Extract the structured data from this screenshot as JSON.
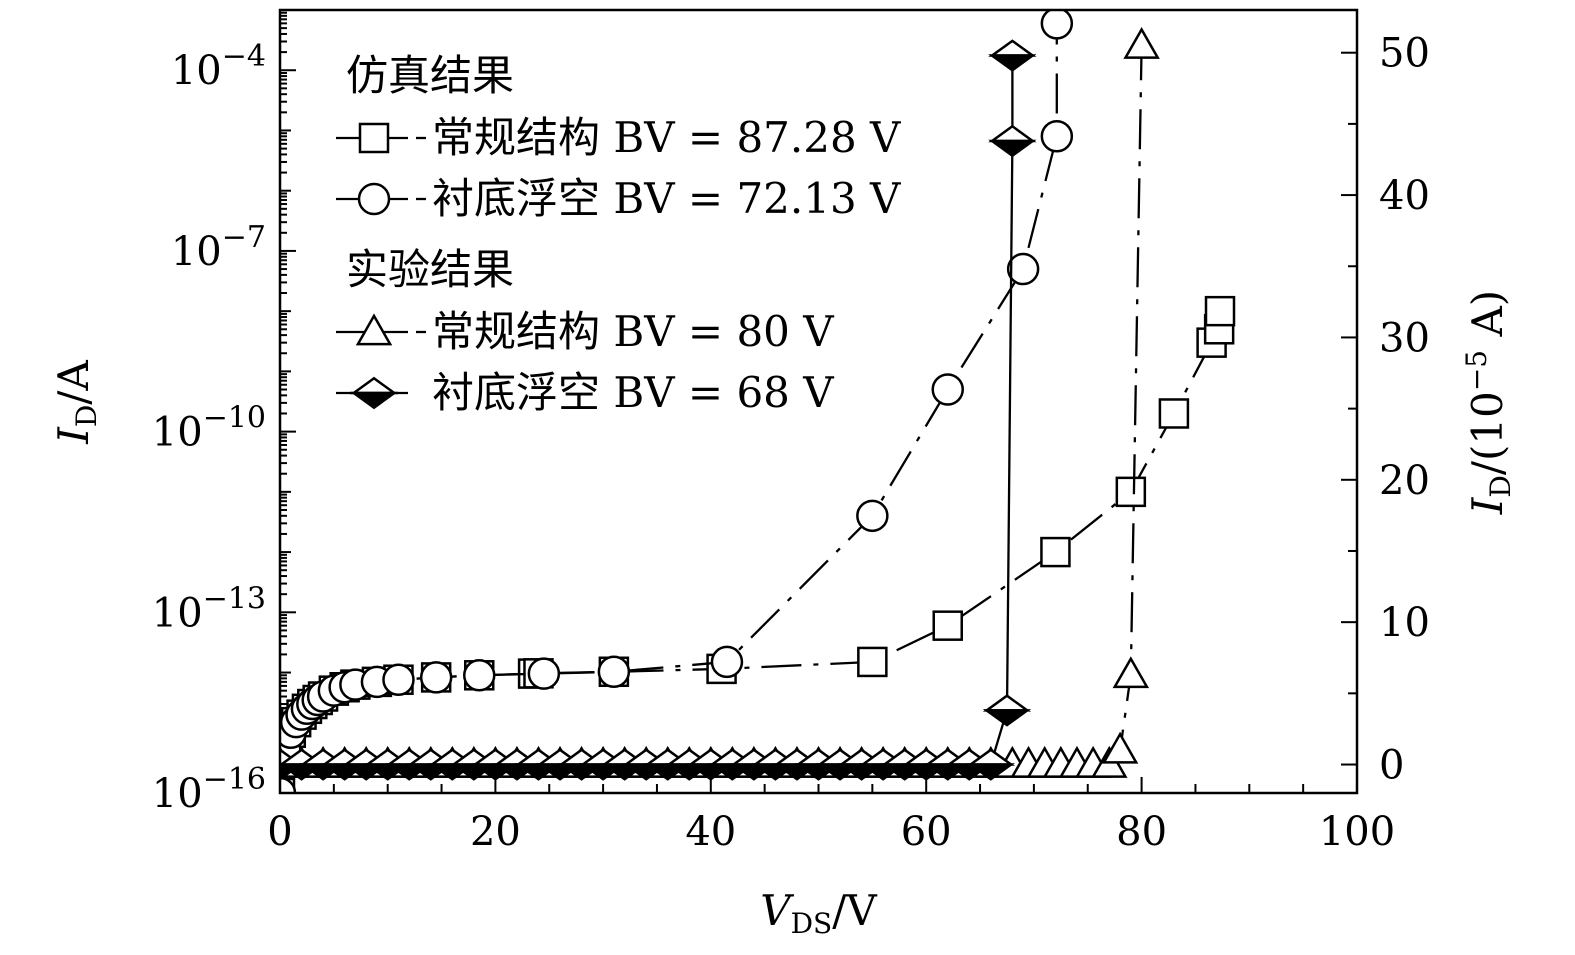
{
  "chart_data": {
    "type": "scatter",
    "x_axis": {
      "label": "V",
      "label_sub": "DS",
      "label_unit": "/V",
      "range": [
        0,
        100
      ],
      "ticks": [
        0,
        20,
        40,
        60,
        80,
        100
      ],
      "tick_labels": [
        "0",
        "20",
        "40",
        "60",
        "80",
        "100"
      ]
    },
    "y_left": {
      "label": "I",
      "label_sub": "D",
      "label_unit": "/A",
      "scale": "log",
      "range": [
        1e-16,
        0.001
      ],
      "ticks": [
        1e-16,
        1e-13,
        1e-10,
        1e-07,
        0.0001
      ],
      "tick_bases": [
        "10",
        "10",
        "10",
        "10",
        "10"
      ],
      "tick_exps": [
        "−16",
        "−13",
        "−10",
        "−7",
        "−4"
      ]
    },
    "y_right": {
      "label": "I",
      "label_sub": "D",
      "label_unit": "/(10",
      "label_exp": "−5",
      "label_tail": " A)",
      "scale": "linear",
      "range": [
        -2,
        53
      ],
      "ticks": [
        0,
        10,
        20,
        30,
        40,
        50
      ],
      "tick_labels": [
        "0",
        "10",
        "20",
        "30",
        "40",
        "50"
      ]
    },
    "legend": {
      "placement": "top-left",
      "groups": [
        {
          "heading": "仿真结果",
          "entries": [
            {
              "marker": "square",
              "line_style": "dash-dot",
              "label": "常规结构 BV = 87.28 V"
            },
            {
              "marker": "circle",
              "line_style": "dash-dot",
              "label": "衬底浮空 BV = 72.13 V"
            }
          ]
        },
        {
          "heading": "实验结果",
          "entries": [
            {
              "marker": "triangle",
              "line_style": "dash-dot",
              "label": "常规结构 BV = 80 V"
            },
            {
              "marker": "diamond-half",
              "line_style": "solid",
              "label": "衬底浮空 BV = 68 V"
            }
          ]
        }
      ]
    },
    "series": [
      {
        "name": "常规结构 BV = 87.28 V",
        "group": "仿真结果",
        "marker": "square",
        "line_style": "dash-dot",
        "axis": "left",
        "x": [
          0,
          0.5,
          1,
          1.5,
          2,
          2.5,
          3,
          3.5,
          4,
          5,
          6,
          7,
          9,
          11,
          14.5,
          18.5,
          23.5,
          24,
          31,
          41,
          55,
          62,
          72,
          79,
          83,
          86.5,
          87.2,
          87.28
        ],
        "y": [
          1e-16,
          5e-16,
          1e-15,
          1.5e-15,
          2e-15,
          2.5e-15,
          3e-15,
          3.5e-15,
          4e-15,
          5e-15,
          5.7e-15,
          6.3e-15,
          7e-15,
          7.6e-15,
          8.3e-15,
          9e-15,
          9.6e-15,
          9.7e-15,
          1.03e-14,
          1.15e-14,
          1.5e-14,
          6e-14,
          1e-12,
          1e-11,
          2e-10,
          3e-09,
          5e-09,
          1e-08
        ]
      },
      {
        "name": "衬底浮空 BV = 72.13 V",
        "group": "仿真结果",
        "marker": "circle",
        "line_style": "dash-dot",
        "axis": "left",
        "x": [
          0,
          0.5,
          1,
          1.5,
          2,
          2.5,
          3,
          3.5,
          4,
          5,
          6,
          7,
          9,
          11,
          14.5,
          18.5,
          24.5,
          31,
          41.5,
          55,
          62,
          69,
          72.13,
          72.13
        ],
        "y": [
          1e-16,
          5e-16,
          1e-15,
          1.5e-15,
          2e-15,
          2.5e-15,
          3e-15,
          3.5e-15,
          4e-15,
          5e-15,
          5.7e-15,
          6.3e-15,
          7e-15,
          7.6e-15,
          8.3e-15,
          9e-15,
          9.6e-15,
          1.03e-14,
          1.5e-14,
          4e-12,
          5e-10,
          5e-08,
          8e-06,
          0.0006
        ]
      },
      {
        "name": "常规结构 BV = 80 V",
        "group": "实验结果",
        "marker": "triangle",
        "line_style": "dash-dot",
        "axis": "right",
        "x": [
          0,
          2,
          4,
          6,
          8,
          10,
          12,
          14,
          16,
          18,
          20,
          22,
          24,
          26,
          28,
          30,
          32,
          34,
          36,
          38,
          40,
          42,
          44,
          46,
          48,
          50,
          52,
          54,
          56,
          58,
          60,
          62,
          64,
          66,
          68,
          69.5,
          71,
          72.5,
          74,
          75.5,
          77,
          78,
          79,
          80
        ],
        "y": [
          0,
          0,
          0,
          0,
          0,
          0,
          0,
          0,
          0,
          0,
          0,
          0,
          0,
          0,
          0,
          0,
          0,
          0,
          0,
          0,
          0,
          0,
          0,
          0,
          0,
          0,
          0,
          0,
          0,
          0,
          0,
          0,
          0,
          0,
          0,
          0,
          0,
          0,
          0,
          0,
          0,
          1,
          6.3,
          50.5
        ]
      },
      {
        "name": "衬底浮空 BV = 68 V",
        "group": "实验结果",
        "marker": "diamond-half",
        "line_style": "solid",
        "axis": "right",
        "x": [
          0,
          2,
          4,
          6,
          8,
          10,
          12,
          14,
          16,
          18,
          20,
          22,
          24,
          26,
          28,
          30,
          32,
          34,
          36,
          38,
          40,
          42,
          44,
          46,
          48,
          50,
          52,
          54,
          56,
          58,
          60,
          62,
          64,
          66,
          67.5,
          68,
          68
        ],
        "y": [
          0,
          0,
          0,
          0,
          0,
          0,
          0,
          0,
          0,
          0,
          0,
          0,
          0,
          0,
          0,
          0,
          0,
          0,
          0,
          0,
          0,
          0,
          0,
          0,
          0,
          0,
          0,
          0,
          0,
          0,
          0,
          0,
          0,
          0,
          3.8,
          43.8,
          49.8
        ]
      }
    ]
  }
}
